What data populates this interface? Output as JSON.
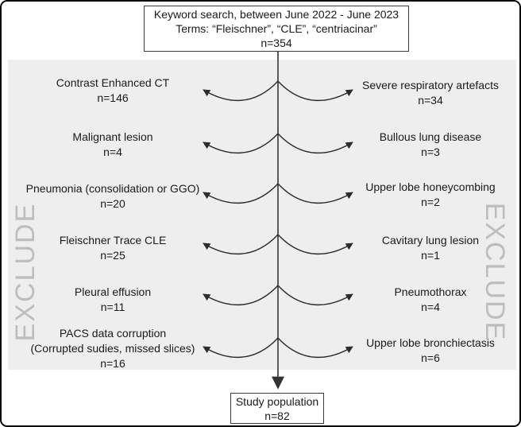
{
  "top_box": {
    "line1": "Keyword search, between June 2022 - June 2023",
    "line2": "Terms: “Fleischner”, “CLE”, “centriacinar”",
    "line3": "n=354"
  },
  "bottom_box": {
    "line1": "Study population",
    "line2": "n=82"
  },
  "watermarks": {
    "left": "EXCLUDE",
    "right": "EXCLUDE"
  },
  "exclusions": {
    "left": [
      {
        "label": "Contrast Enhanced CT",
        "n": "n=146"
      },
      {
        "label": "Malignant lesion",
        "n": "n=4"
      },
      {
        "label": "Pneumonia (consolidation or GGO)",
        "n": "n=20"
      },
      {
        "label": "Fleischner Trace CLE",
        "n": "n=25"
      },
      {
        "label": "Pleural effusion",
        "n": "n=11"
      },
      {
        "label": "PACS data corruption",
        "label2": "(Corrupted sudies, missed slices)",
        "n": "n=16"
      }
    ],
    "right": [
      {
        "label": "Severe respiratory artefacts",
        "n": "n=34"
      },
      {
        "label": "Bullous lung disease",
        "n": "n=3"
      },
      {
        "label": "Upper lobe honeycombing",
        "n": "n=2"
      },
      {
        "label": "Cavitary lung lesion",
        "n": "n=1"
      },
      {
        "label": "Pneumothorax",
        "n": "n=4"
      },
      {
        "label": "Upper lobe bronchiectasis",
        "n": "n=6"
      }
    ]
  },
  "colors": {
    "panel_background": "#eeeeee",
    "watermark_gray": "#bdbdbd",
    "arrow_black": "#2b2b2b",
    "center_line_gray": "#5a5a5a"
  }
}
